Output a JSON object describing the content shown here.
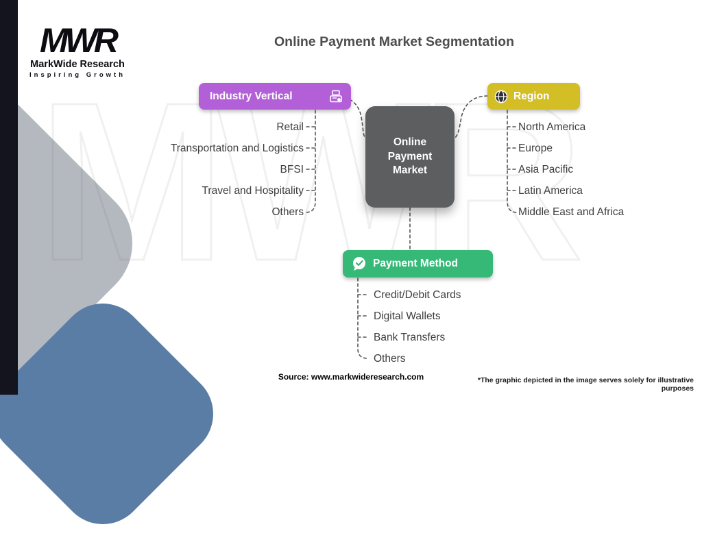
{
  "title": "Online Payment Market Segmentation",
  "logo": {
    "acronym": "MWR",
    "name": "MarkWide Research",
    "tagline": "Inspiring Growth"
  },
  "watermark": "MWR",
  "center_node": {
    "label": "Online Payment Market"
  },
  "segments": {
    "industry_vertical": {
      "label": "Industry Vertical",
      "color": "#b35fd8",
      "icon": "pos-terminal-icon",
      "items": [
        "Retail",
        "Transportation and Logistics",
        "BFSI",
        "Travel and Hospitality",
        "Others"
      ]
    },
    "region": {
      "label": "Region",
      "color": "#d4be25",
      "icon": "globe-icon",
      "items": [
        "North America",
        "Europe",
        "Asia Pacific",
        "Latin America",
        "Middle East and Africa"
      ]
    },
    "payment_method": {
      "label": "Payment Method",
      "color": "#36b877",
      "icon": "chat-check-icon",
      "items": [
        "Credit/Debit Cards",
        "Digital Wallets",
        "Bank Transfers",
        "Others"
      ]
    }
  },
  "footer": {
    "source": "Source: www.markwideresearch.com",
    "disclaimer": "*The graphic depicted in the image serves solely for illustrative purposes"
  },
  "connector_color": "#555555"
}
